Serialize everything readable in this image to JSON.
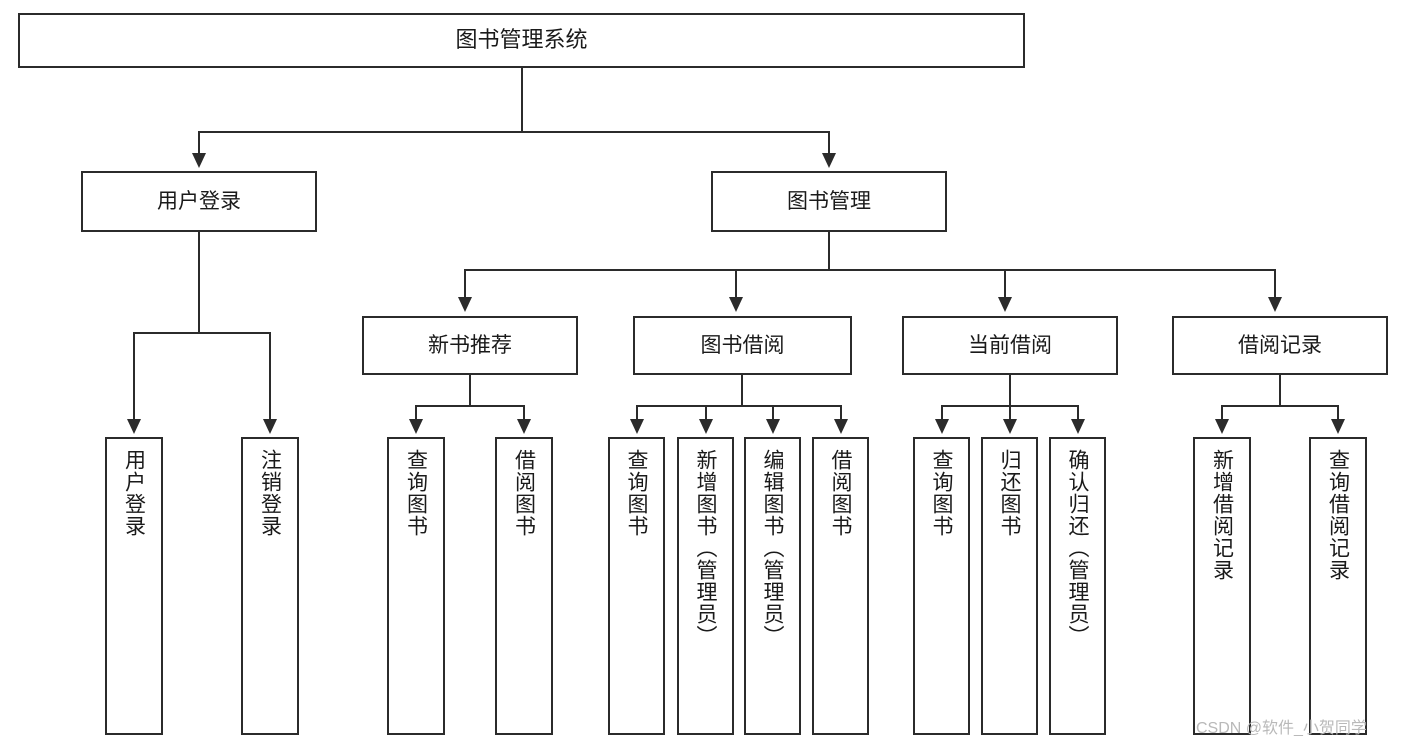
{
  "diagram": {
    "type": "tree-hierarchy",
    "title": "图书管理系统",
    "orientation": "top-down",
    "colors": {
      "box_border": "#2b2b2b",
      "box_fill": "#ffffff",
      "connector": "#2b2b2b",
      "background": "#ffffff",
      "watermark": "#b9b9b9"
    },
    "nodes": {
      "root": {
        "label": "图书管理系统"
      },
      "level2": [
        {
          "label": "用户登录"
        },
        {
          "label": "图书管理"
        }
      ],
      "level3": [
        {
          "label": "新书推荐"
        },
        {
          "label": "图书借阅"
        },
        {
          "label": "当前借阅"
        },
        {
          "label": "借阅记录"
        }
      ],
      "leaves": {
        "user_login": [
          {
            "label": "用户登录"
          },
          {
            "label": "注销登录"
          }
        ],
        "new_book_recommend": [
          {
            "label": "查询图书"
          },
          {
            "label": "借阅图书"
          }
        ],
        "book_borrow": [
          {
            "label": "查询图书"
          },
          {
            "label": "新增图书（管理员）"
          },
          {
            "label": "编辑图书（管理员）"
          },
          {
            "label": "借阅图书"
          }
        ],
        "current_borrow": [
          {
            "label": "查询图书"
          },
          {
            "label": "归还图书"
          },
          {
            "label": "确认归还（管理员）"
          }
        ],
        "borrow_record": [
          {
            "label": "新增借阅记录"
          },
          {
            "label": "查询借阅记录"
          }
        ]
      }
    },
    "edges": [
      {
        "from": "图书管理系统",
        "to": "用户登录"
      },
      {
        "from": "图书管理系统",
        "to": "图书管理"
      },
      {
        "from": "用户登录",
        "to": "用户登录"
      },
      {
        "from": "用户登录",
        "to": "注销登录"
      },
      {
        "from": "图书管理",
        "to": "新书推荐"
      },
      {
        "from": "图书管理",
        "to": "图书借阅"
      },
      {
        "from": "图书管理",
        "to": "当前借阅"
      },
      {
        "from": "图书管理",
        "to": "借阅记录"
      },
      {
        "from": "新书推荐",
        "to": "查询图书"
      },
      {
        "from": "新书推荐",
        "to": "借阅图书"
      },
      {
        "from": "图书借阅",
        "to": "查询图书"
      },
      {
        "from": "图书借阅",
        "to": "新增图书（管理员）"
      },
      {
        "from": "图书借阅",
        "to": "编辑图书（管理员）"
      },
      {
        "from": "图书借阅",
        "to": "借阅图书"
      },
      {
        "from": "当前借阅",
        "to": "查询图书"
      },
      {
        "from": "当前借阅",
        "to": "归还图书"
      },
      {
        "from": "当前借阅",
        "to": "确认归还（管理员）"
      },
      {
        "from": "借阅记录",
        "to": "新增借阅记录"
      },
      {
        "from": "借阅记录",
        "to": "查询借阅记录"
      }
    ]
  },
  "watermark": {
    "text": "CSDN @软件_小贺同学"
  }
}
